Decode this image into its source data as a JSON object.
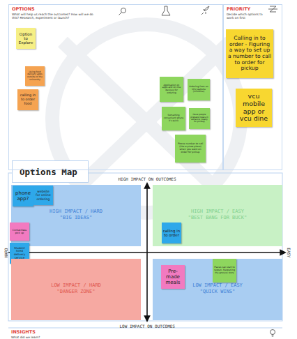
{
  "diagram": {
    "title": "Options Map",
    "nodes": [
      {
        "text": [
          "OPTIONS",
          "What will help us reach the outcomes? How will we do this? Research, experiment or launch?"
        ]
      },
      {
        "text": [
          "Option to Explore"
        ],
        "in": 0
      },
      {
        "text": [
          "Using food delivery apps outside of the university"
        ],
        "in": 0
      },
      {
        "text": [
          "calling in to order food"
        ],
        "in": 0
      },
      {
        "text": [
          "Application on apps and on-line devices for ordering"
        ],
        "in": 0
      },
      {
        "text": [
          "Ordering from an VCU website (VCUDine)"
        ],
        "in": 0
      },
      {
        "text": [
          "Something convenient where it's quick"
        ],
        "in": 0
      },
      {
        "text": [
          "Have people prepare meals in advance (ready for pickup)"
        ],
        "in": 0
      },
      {
        "text": [
          "Phone number to call (like a pizza place) when you want an order for pickup"
        ],
        "in": 0
      },
      {
        "text": [
          "PRIORITY",
          "Decide which options to work on first"
        ]
      },
      {
        "text": [
          "Calling in to order - Figuring a way to set up a number to call to order for pickup"
        ],
        "in": 9
      },
      {
        "text": [
          "vcu mobile app or vcu dine"
        ],
        "in": 9
      },
      {
        "text": [
          "HIGH IMPACT / HARD",
          "\"BIG IDEAS\""
        ]
      },
      {
        "text": [
          "phone app?"
        ],
        "in": 12
      },
      {
        "text": [
          "website for online ordering"
        ],
        "in": 12
      },
      {
        "text": [
          "Contactless pick up"
        ],
        "in": 12
      },
      {
        "text": [
          "Student hired delivery service"
        ]
      },
      {
        "text": [
          "HIGH IMPACT / EASY",
          "\"BEST BANG FOR BUCK\""
        ]
      },
      {
        "text": [
          "calling in to order"
        ],
        "in": 17
      },
      {
        "text": [
          "LOW IMPACT / HARD",
          "\"DANGER ZONE\""
        ]
      },
      {
        "text": [
          "LOW IMPACT / EASY",
          "\"QUICK WINS\""
        ]
      },
      {
        "text": [
          "Pre-made meals"
        ],
        "in": 20
      },
      {
        "text": [
          "Places can start to reopen. Reopening the grocery store"
        ],
        "in": 20
      },
      {
        "text": [
          "INSIGHTS",
          "What did we learn?"
        ]
      }
    ],
    "labels": [
      "HIGH IMPACT ON OUTCOMES",
      "LOW IMPACT ON OUTCOMES",
      "HARD",
      "EASY"
    ]
  }
}
